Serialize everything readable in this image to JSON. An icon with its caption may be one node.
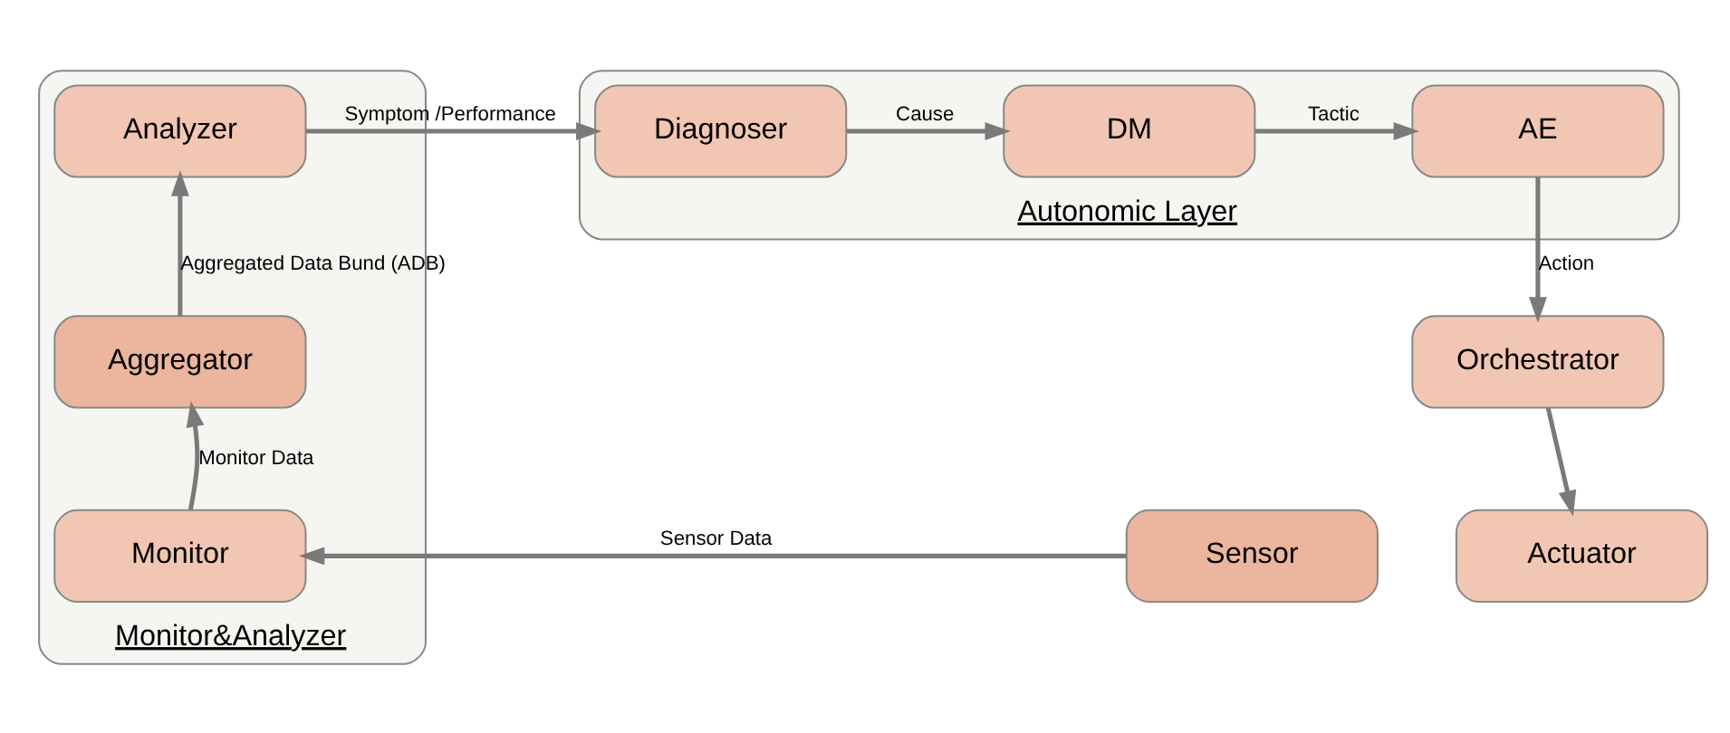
{
  "diagram": {
    "nodes": [
      {
        "text": [
          "Monitor&Analyzer"
        ]
      },
      {
        "text": [
          "Analyzer"
        ],
        "in": 0
      },
      {
        "text": [
          "Aggregator"
        ],
        "in": 0
      },
      {
        "text": [
          "Monitor"
        ],
        "in": 0
      },
      {
        "text": [
          "Autonomic Layer"
        ]
      },
      {
        "text": [
          "Diagnoser"
        ],
        "in": 4
      },
      {
        "text": [
          "DM"
        ],
        "in": 4
      },
      {
        "text": [
          "AE"
        ],
        "in": 4
      },
      {
        "text": [
          "Orchestrator"
        ]
      },
      {
        "text": [
          "Sensor"
        ]
      },
      {
        "text": [
          "Actuator"
        ]
      }
    ],
    "edges": [
      {
        "from": 3,
        "to": 2,
        "arrow": "to",
        "label": "Monitor Data"
      },
      {
        "from": 2,
        "to": 1,
        "arrow": "to",
        "label": "Aggregated Data Bund (ADB)"
      },
      {
        "from": 1,
        "to": 5,
        "arrow": "to",
        "label": "Symptom /Performance"
      },
      {
        "from": 5,
        "to": 6,
        "arrow": "to",
        "label": "Cause"
      },
      {
        "from": 6,
        "to": 7,
        "arrow": "to",
        "label": "Tactic"
      },
      {
        "from": 7,
        "to": 8,
        "arrow": "to",
        "label": "Action"
      },
      {
        "from": 8,
        "to": 10,
        "arrow": "to"
      },
      {
        "from": 9,
        "to": 3,
        "arrow": "to",
        "label": "Sensor Data"
      }
    ]
  }
}
